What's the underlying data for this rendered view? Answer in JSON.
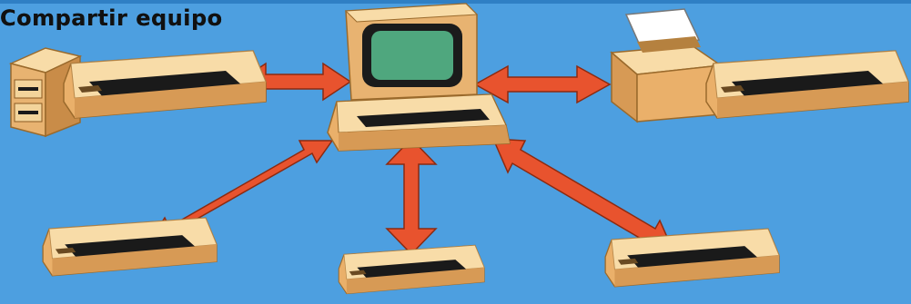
{
  "page": {
    "title": "Compartir equipo"
  },
  "colors": {
    "background": "#4d9fe0",
    "device_body": "#f3c27e",
    "device_top": "#f8dca8",
    "keyboard": "#1a1a1a",
    "arrow": "#e8532e",
    "screen": "#4fa77e"
  },
  "devices": [
    {
      "name": "central-computer",
      "icon": "desktop-computer-icon"
    },
    {
      "name": "disk-drive-unit",
      "icon": "disk-drive-icon"
    },
    {
      "name": "printer",
      "icon": "printer-icon"
    },
    {
      "name": "terminal",
      "icon": "keyboard-terminal-icon"
    }
  ]
}
